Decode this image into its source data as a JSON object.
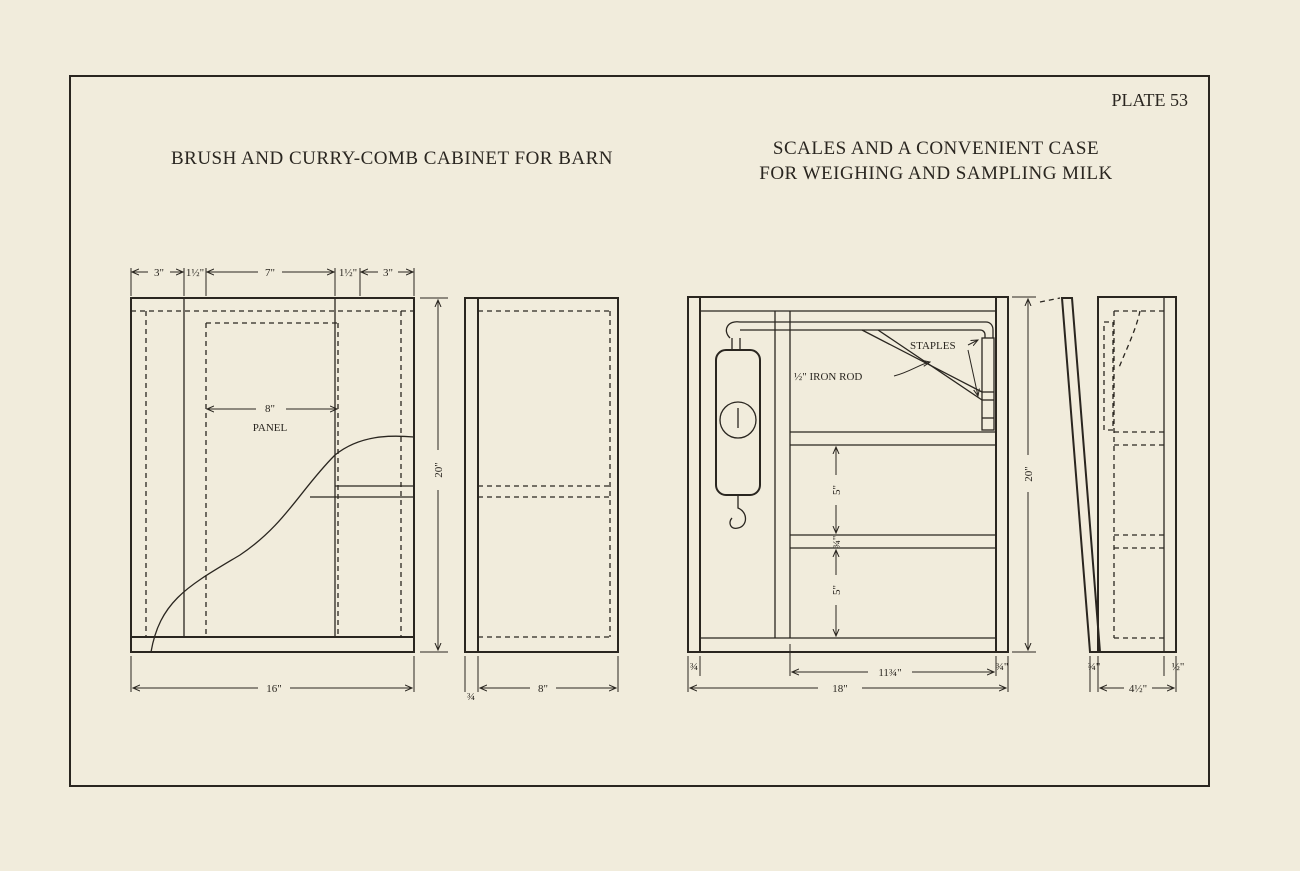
{
  "plate_number": "PLATE 53",
  "left_title": "BRUSH AND CURRY-COMB CABINET FOR BARN",
  "right_title_line1": "SCALES AND A CONVENIENT CASE",
  "right_title_line2": "FOR WEIGHING AND SAMPLING MILK",
  "cabinet": {
    "top_dims": [
      "3\"",
      "1½\"",
      "7\"",
      "1½\"",
      "3\""
    ],
    "panel_width": "8\"",
    "panel_label": "PANEL",
    "height": "20\"",
    "width": "16\"",
    "side_thickness": "¾",
    "side_depth": "8\""
  },
  "case": {
    "staples_label": "STAPLES",
    "rod_label": "½\" IRON ROD",
    "shelf_gap_1": "5\"",
    "shelf_gap_2": "5\"",
    "shelf_thickness": "¾\"",
    "height": "20\"",
    "left_board": "¾",
    "inner_width": "11¾\"",
    "right_board": "¾\"",
    "width": "18\"",
    "side_left": "¾\"",
    "side_right": "½\"",
    "side_depth": "4½\""
  }
}
